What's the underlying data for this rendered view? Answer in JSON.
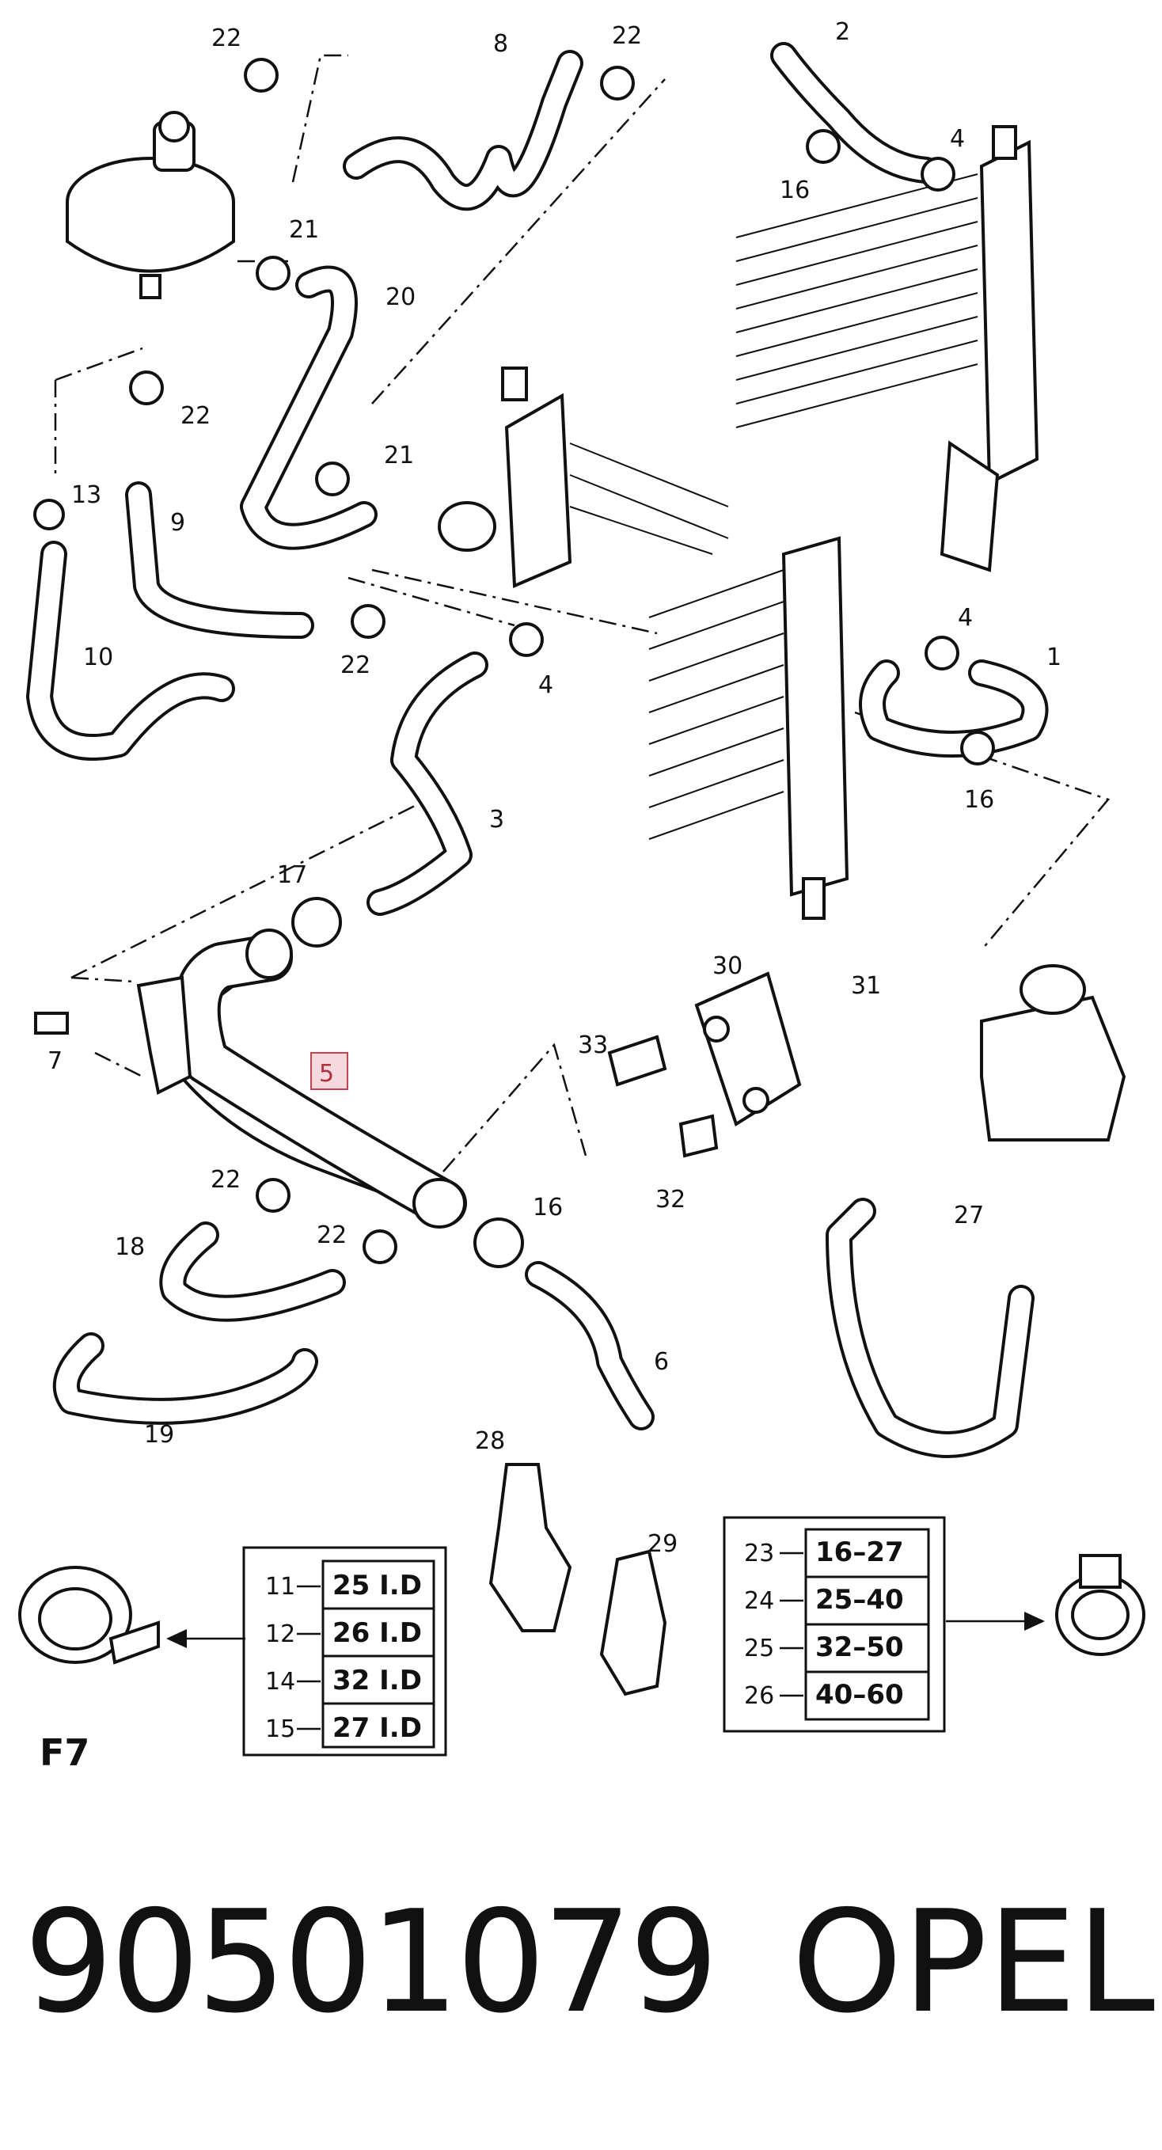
{
  "diagram": {
    "callouts": [
      "22",
      "8",
      "22",
      "2",
      "4",
      "16",
      "21",
      "20",
      "21",
      "22",
      "13",
      "9",
      "10",
      "22",
      "4",
      "3",
      "17",
      "1",
      "4",
      "16",
      "5",
      "7",
      "30",
      "31",
      "33",
      "32",
      "22",
      "18",
      "22",
      "16",
      "6",
      "27",
      "19",
      "28",
      "29"
    ],
    "highlighted_callout": "5",
    "figure_label": "F7"
  },
  "left_table": {
    "rows": [
      {
        "key": "11",
        "size": "25 I.D"
      },
      {
        "key": "12",
        "size": "26 I.D"
      },
      {
        "key": "14",
        "size": "32 I.D"
      },
      {
        "key": "15",
        "size": "27 I.D"
      }
    ]
  },
  "right_table": {
    "rows": [
      {
        "key": "23",
        "range": "16–27"
      },
      {
        "key": "24",
        "range": "25–40"
      },
      {
        "key": "25",
        "range": "32–50"
      },
      {
        "key": "26",
        "range": "40–60"
      }
    ]
  },
  "footer": {
    "part_number": "90501079",
    "brand": "OPEL"
  }
}
